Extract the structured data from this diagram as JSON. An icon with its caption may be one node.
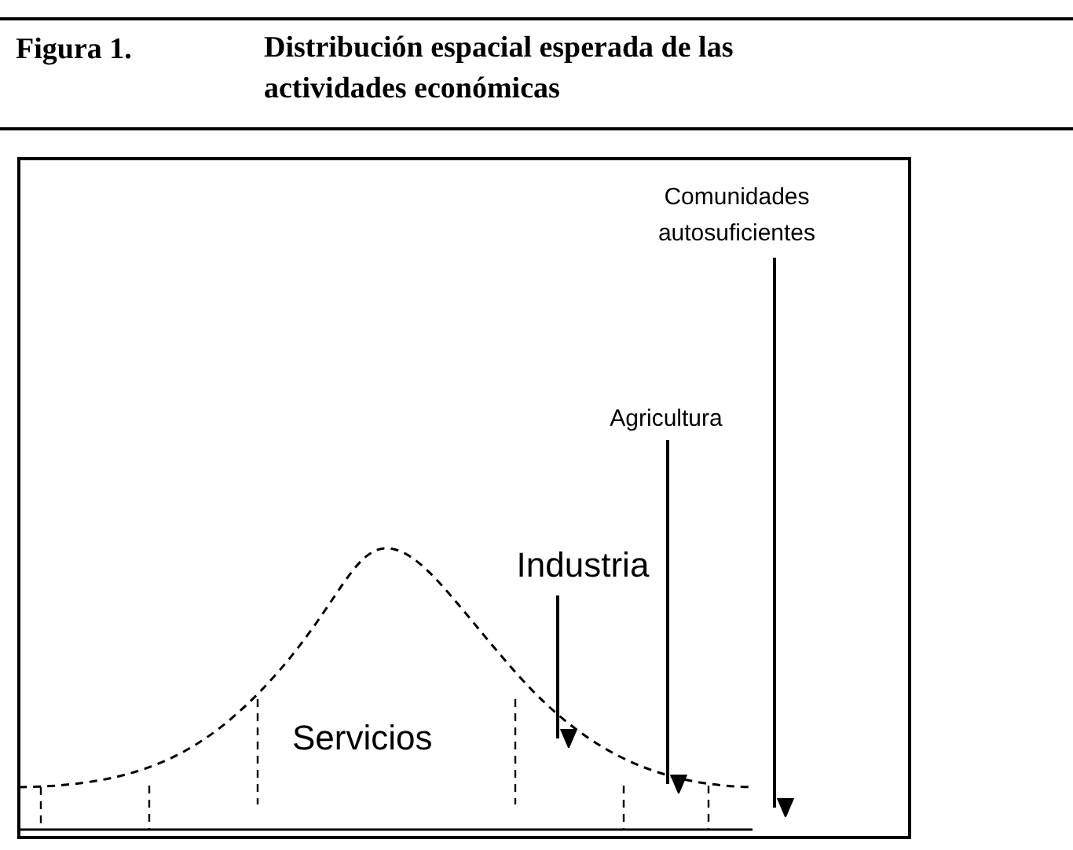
{
  "diagram": {
    "title": "Distribución espacial esperada de las actividades económicas",
    "nodes": [
      {
        "text": [
          "Industria"
        ]
      },
      {
        "text": [
          "Agricultura"
        ]
      },
      {
        "text": [
          "Comunidades autosuficientes"
        ]
      }
    ],
    "edges": [
      {
        "from": 0,
        "to": null,
        "arrow": "to"
      },
      {
        "from": 1,
        "to": null,
        "arrow": "to"
      },
      {
        "from": 2,
        "to": null,
        "arrow": "to"
      }
    ],
    "labels": [
      "Figura 1.",
      "Servicios"
    ]
  }
}
